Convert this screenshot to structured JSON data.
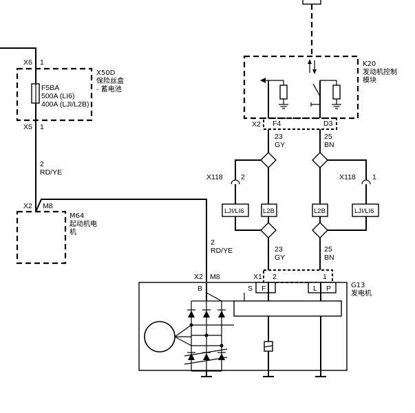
{
  "x6": {
    "conn": "X6",
    "pin": "1"
  },
  "x5": {
    "conn": "X5",
    "pin": "1"
  },
  "fusebox": {
    "fuse": "F5BA",
    "rating_li6": "500A (LI6)",
    "rating_lji": "400A (LJI/L2B)",
    "id": "X50D",
    "name_line1": "保险丝盒",
    "name_line2": "- 蓄电池"
  },
  "wire_battery": {
    "gauge": "2",
    "color": "RD/YE"
  },
  "starter": {
    "conn": "X2",
    "pin": "M8",
    "id": "M64",
    "name_line1": "起动机电",
    "name_line2": "机"
  },
  "wire_starter_gen": {
    "gauge": "2",
    "color": "RD/YE"
  },
  "ecm": {
    "id": "K20",
    "name_line1": "发动机控制",
    "name_line2": "模块",
    "conn": "X2",
    "pin_f": "F4",
    "pin_d": "D3"
  },
  "wire_f_top": {
    "gauge": "23",
    "color": "GY"
  },
  "wire_d_top": {
    "gauge": "25",
    "color": "BN"
  },
  "wire_f_bot": {
    "gauge": "23",
    "color": "GY"
  },
  "wire_d_bot": {
    "gauge": "25",
    "color": "BN"
  },
  "x118_left": {
    "conn": "X118",
    "pin": "2"
  },
  "x118_right": {
    "conn": "X118",
    "pin": "1"
  },
  "option_ljl": "LJI/LI6",
  "option_l2b": "L2B",
  "generator": {
    "conn_x2": "X2",
    "pin_m8": "M8",
    "conn_x1": "X1",
    "pin_2": "2",
    "pin_1": "1",
    "term_b": "B",
    "term_s": "S",
    "term_f": "F",
    "term_l": "L",
    "term_p": "P",
    "id": "G13",
    "name": "发电机"
  }
}
